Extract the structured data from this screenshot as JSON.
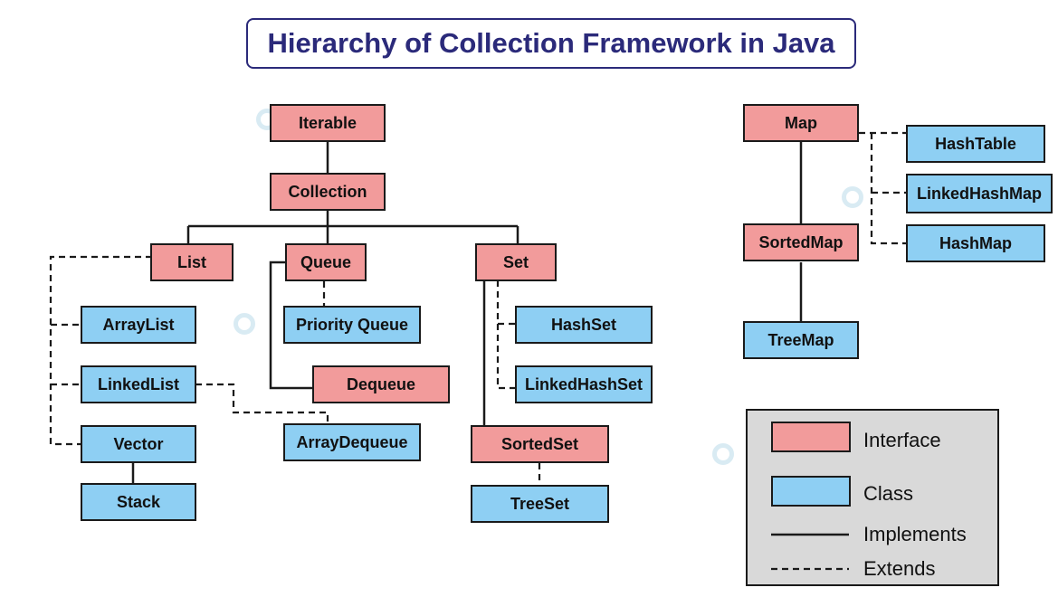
{
  "title": "Hierarchy of Collection Framework in Java",
  "nodes": {
    "iterable": "Iterable",
    "collection": "Collection",
    "list": "List",
    "queue": "Queue",
    "set": "Set",
    "arraylist": "ArrayList",
    "linkedlist": "LinkedList",
    "vector": "Vector",
    "stack": "Stack",
    "priority_queue": "Priority Queue",
    "dequeue": "Dequeue",
    "arraydequeue": "ArrayDequeue",
    "hashset": "HashSet",
    "linkedhashset": "LinkedHashSet",
    "sortedset": "SortedSet",
    "treeset": "TreeSet",
    "map": "Map",
    "hashtable": "HashTable",
    "linkedhashmap": "LinkedHashMap",
    "hashmap": "HashMap",
    "sortedmap": "SortedMap",
    "treemap": "TreeMap"
  },
  "legend": {
    "interface": "Interface",
    "class": "Class",
    "implements": "Implements",
    "extends": "Extends"
  },
  "colors": {
    "interface": "#f29b9b",
    "class": "#8ecff3",
    "title": "#2b2a7a",
    "legend_bg": "#d9d9d9"
  }
}
